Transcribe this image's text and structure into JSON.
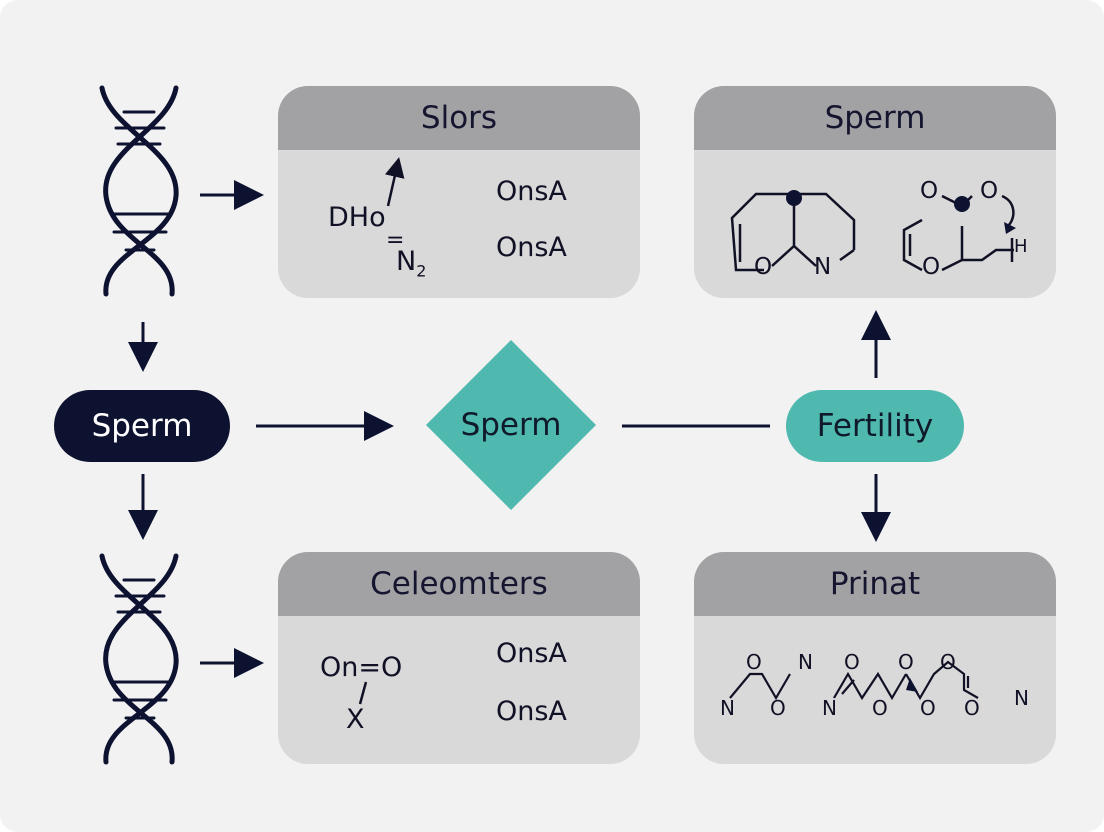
{
  "colors": {
    "navy": "#0d1230",
    "teal": "#4fb9b0",
    "card_head": "#a2a2a5",
    "card_body": "#d9d9da"
  },
  "nodes": {
    "sperm_pill": "Sperm",
    "sperm_diamond": "Sperm",
    "fertility_pill": "Fertility"
  },
  "cards": {
    "slors": {
      "title": "Slors",
      "formula_main": "DHo",
      "formula_sub": "N",
      "formula_sub_index": "2",
      "formula_bond": "=",
      "rows": [
        "OnsA",
        "OnsA"
      ]
    },
    "sperm": {
      "title": "Sperm",
      "atoms": [
        "O",
        "N",
        "O",
        "O",
        "O",
        "H"
      ]
    },
    "celeomters": {
      "title": "Celeomters",
      "formula_main": "On=O",
      "formula_sub": "X",
      "rows": [
        "OnsA",
        "OnsA"
      ]
    },
    "prinat": {
      "title": "Prinat",
      "atoms": [
        "N",
        "O",
        "O",
        "N",
        "N",
        "O",
        "O",
        "O",
        "O",
        "O",
        "O",
        "N"
      ]
    }
  },
  "icons": [
    "dna-helix-icon",
    "dna-helix-icon"
  ]
}
